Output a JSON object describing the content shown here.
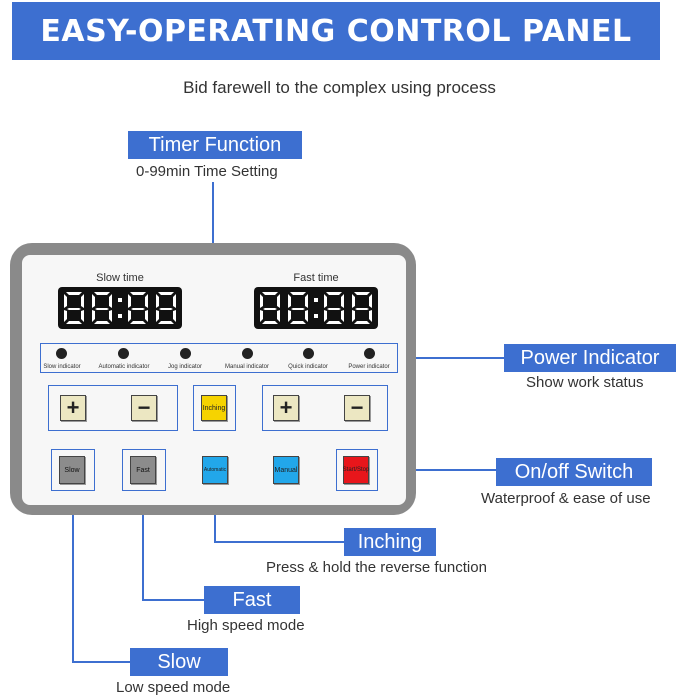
{
  "header": {
    "title": "EASY-OPERATING CONTROL PANEL",
    "subtitle": "Bid farewell to the complex using process"
  },
  "callouts": {
    "timer": {
      "label": "Timer Function",
      "desc": "0-99min Time Setting"
    },
    "power": {
      "label": "Power Indicator",
      "desc": "Show work status"
    },
    "onoff": {
      "label": "On/off Switch",
      "desc": "Waterproof & ease of use"
    },
    "inching": {
      "label": "Inching",
      "desc": "Press & hold the reverse function"
    },
    "fast": {
      "label": "Fast",
      "desc": "High speed mode"
    },
    "slow": {
      "label": "Slow",
      "desc": "Low speed mode"
    }
  },
  "panel": {
    "slow_time_label": "Slow time",
    "fast_time_label": "Fast time",
    "indicators": [
      "Slow indicator",
      "Automatic indicator",
      "Jog indicator",
      "Manual indicator",
      "Quick indicator",
      "Power indicator"
    ],
    "keys": {
      "plus": "+",
      "minus": "−",
      "inching": "Inching",
      "slow": "Slow",
      "fast": "Fast",
      "automatic": "Automatic",
      "manual": "Manual",
      "start_stop": "Start/Stop"
    }
  },
  "colors": {
    "accent": "#3d6fd0",
    "panel_frame": "#8a8a8a",
    "key_cream": "#ece7c2",
    "key_yellow": "#f6d300",
    "key_blue": "#22a7ea",
    "key_red": "#e8161b",
    "key_gray": "#8c8c8c"
  }
}
